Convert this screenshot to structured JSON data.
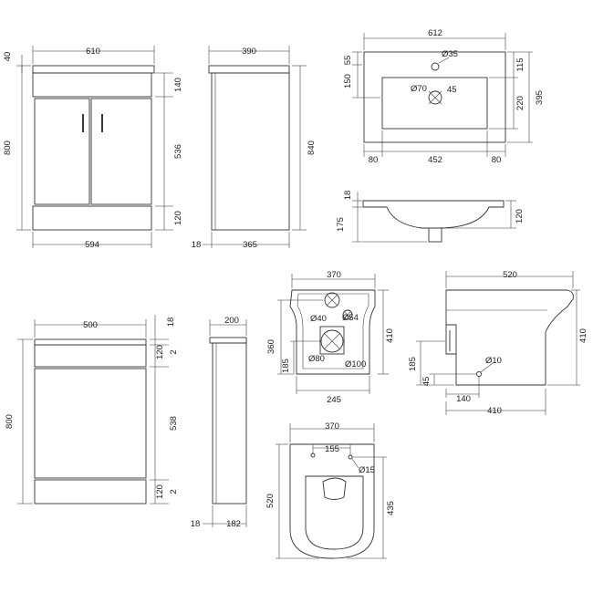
{
  "views": {
    "vanity_front": {
      "width_top": "610",
      "width_bottom": "594",
      "height_total": "800",
      "top_thickness": "40",
      "door_top": "140",
      "door_height": "536",
      "plinth": "120"
    },
    "vanity_side": {
      "depth_top": "390",
      "depth_bottom": "365",
      "height": "840",
      "offset": "18"
    },
    "basin_top": {
      "width": "612",
      "tap_hole": "Ø35",
      "waste": "Ø70",
      "angle": "45",
      "left_margin": "80",
      "bowl_width": "452",
      "right_margin": "80",
      "edge_front": "55",
      "bowl_offset": "150",
      "back_depth": "115",
      "bowl_depth": "220",
      "total_depth": "395"
    },
    "basin_side": {
      "top_thickness": "18",
      "drop": "175",
      "height": "120"
    },
    "wc_unit_front": {
      "width": "500",
      "height": "800",
      "top_thickness": "18",
      "top_panel": "120",
      "gap_top": "2",
      "door_height": "538",
      "plinth": "120",
      "gap_bottom": "2"
    },
    "wc_unit_side": {
      "depth": "200",
      "offset": "18",
      "base_depth": "182"
    },
    "pan_back": {
      "width": "370",
      "height": "410",
      "inlet_height": "360",
      "hole_small": "Ø40",
      "hole_large": "Ø54",
      "outlet": "Ø80",
      "outlet_outer": "Ø100",
      "outlet_height": "185",
      "base_width": "245"
    },
    "pan_side": {
      "depth": "520",
      "height": "410",
      "outlet_height": "185",
      "inlet": "45",
      "pipe": "Ø10",
      "pipe_offset": "140",
      "base_depth": "410"
    },
    "pan_plan": {
      "width": "370",
      "fixing_spacing": "155",
      "fixing_hole": "Ø15",
      "length": "520",
      "seat_length": "435"
    }
  }
}
